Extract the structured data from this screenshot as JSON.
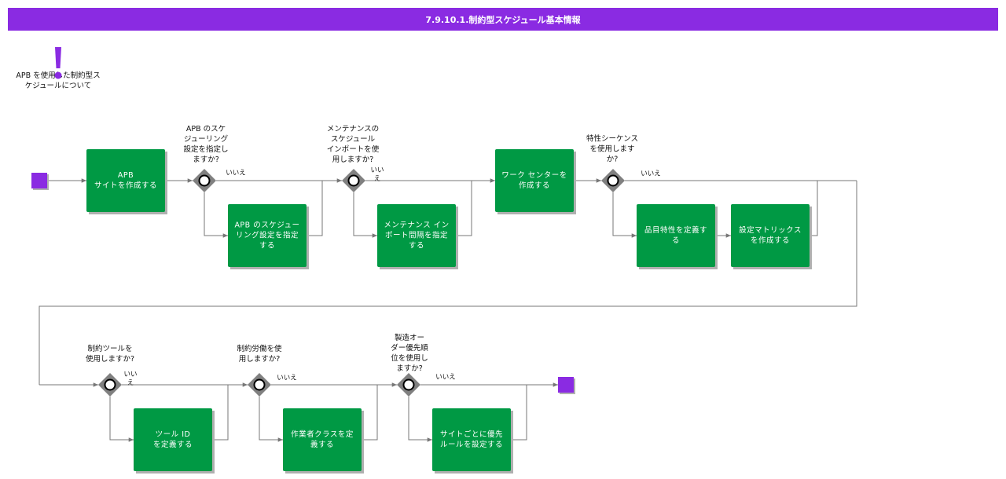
{
  "title": "7.9.10.1.制約型スケジュール基本情報",
  "colors": {
    "title_bg": "#8a2be2",
    "task_fill": "#009944",
    "event_fill": "#8a2be2",
    "gateway_fill": "#808080",
    "flow": "#777777"
  },
  "note": {
    "icon": "exclamation-icon",
    "lines": [
      "APB を使用した制約型ス",
      "ケジュールについて"
    ]
  },
  "tasks": {
    "create_apb_site": [
      "APB",
      "サイトを作成する"
    ],
    "specify_apb_schedule": [
      "APB のスケジュー",
      "リング設定を指定",
      "する"
    ],
    "specify_maint_interval": [
      "メンテナンス イン",
      "ポート間隔を指定",
      "する"
    ],
    "create_work_center": [
      "ワーク センターを",
      "作成する"
    ],
    "define_item_attr": [
      "品目特性を定義す",
      "る"
    ],
    "create_setup_matrix": [
      "設定マトリックス",
      "を作成する"
    ],
    "define_tool_id": [
      "ツール ID",
      "を定義する"
    ],
    "define_worker_class": [
      "作業者クラスを定",
      "義する"
    ],
    "set_site_priority": [
      "サイトごとに優先",
      "ルールを設定する"
    ]
  },
  "questions": {
    "q_apb_schedule": [
      "APB のスケ",
      "ジューリング",
      "設定を指定し",
      "ますか?"
    ],
    "q_maint_import": [
      "メンテナンスの",
      "スケジュール",
      "インポートを使",
      "用しますか?"
    ],
    "q_attr_sequence": [
      "特性シーケンス",
      "を使用します",
      "か?"
    ],
    "q_constraint_tool": [
      "制約ツールを",
      "使用しますか?"
    ],
    "q_constraint_labor": [
      "制約労働を使",
      "用しますか?"
    ],
    "q_order_priority": [
      "製造オー",
      "ダー優先順",
      "位を使用し",
      "ますか?"
    ]
  },
  "no_labels": {
    "g1": [
      "いいえ"
    ],
    "g2": [
      "いい",
      "え"
    ],
    "g3": [
      "いいえ"
    ],
    "g4": [
      "いい",
      "え"
    ],
    "g5": [
      "いいえ"
    ],
    "g6": [
      "いいえ"
    ]
  }
}
